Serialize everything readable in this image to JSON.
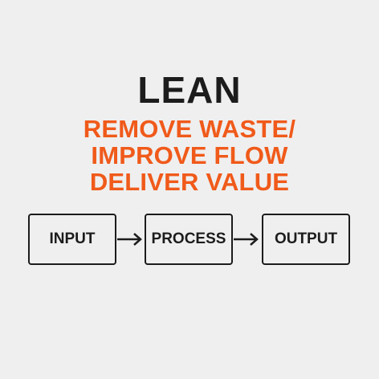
{
  "title": "LEAN",
  "subtitle_lines": [
    "REMOVE WASTE/",
    "IMPROVE FLOW",
    "DELIVER VALUE"
  ],
  "flow": {
    "steps": [
      "INPUT",
      "PROCESS",
      "OUTPUT"
    ]
  },
  "colors": {
    "title": "#1c1c1c",
    "accent": "#f05a1a",
    "background": "#efefef"
  }
}
